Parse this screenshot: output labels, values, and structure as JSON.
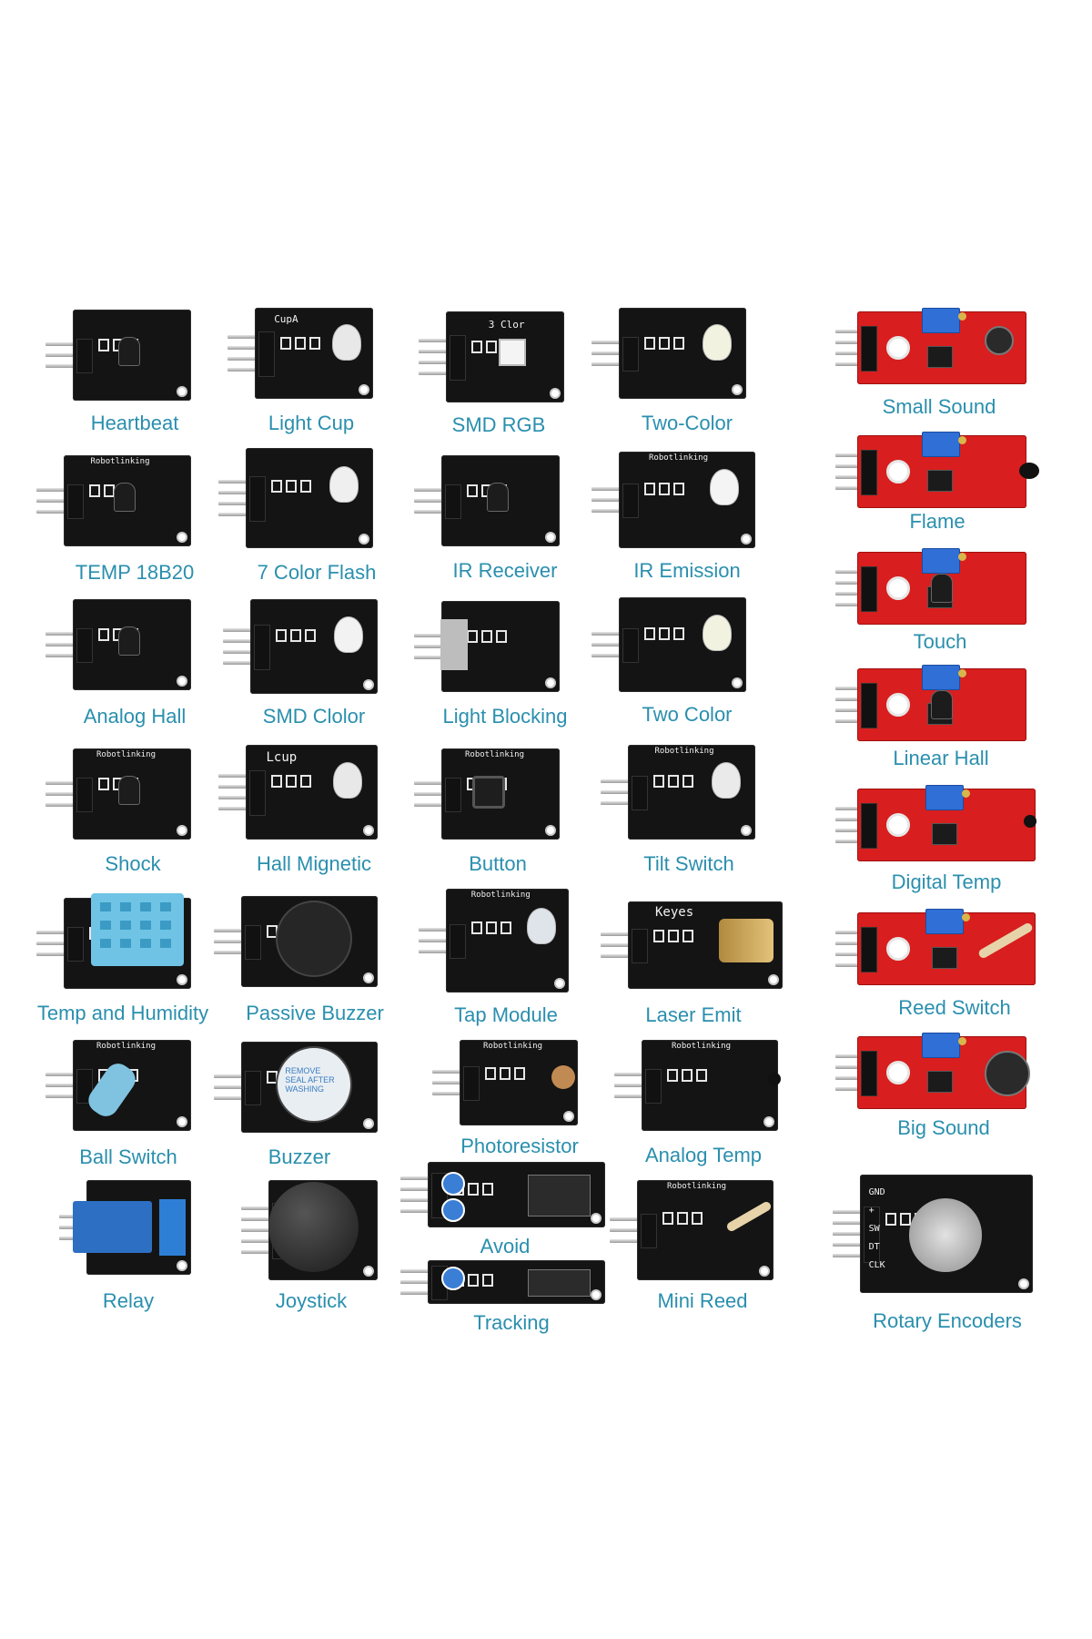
{
  "modules": [
    {
      "label": "Heartbeat",
      "kind": "heartbeat"
    },
    {
      "label": "Light Cup",
      "kind": "light-cup"
    },
    {
      "label": "SMD RGB",
      "kind": "smd-rgb"
    },
    {
      "label": "Two-Color",
      "kind": "two-color-led"
    },
    {
      "label": "Small Sound",
      "kind": "small-sound"
    },
    {
      "label": "TEMP 18B20",
      "kind": "temp-18b20"
    },
    {
      "label": "7 Color Flash",
      "kind": "color-flash"
    },
    {
      "label": "IR Receiver",
      "kind": "ir-receiver"
    },
    {
      "label": "IR Emission",
      "kind": "ir-emission"
    },
    {
      "label": "Flame",
      "kind": "flame"
    },
    {
      "label": "Analog Hall",
      "kind": "analog-hall"
    },
    {
      "label": "SMD Clolor",
      "kind": "smd-color"
    },
    {
      "label": "Light Blocking",
      "kind": "light-blocking"
    },
    {
      "label": "Two Color",
      "kind": "two-color-led-2"
    },
    {
      "label": "Touch",
      "kind": "touch"
    },
    {
      "label": "Shock",
      "kind": "shock"
    },
    {
      "label": "Hall Mignetic",
      "kind": "hall-magnetic"
    },
    {
      "label": "Button",
      "kind": "button"
    },
    {
      "label": "Tilt Switch",
      "kind": "tilt-switch"
    },
    {
      "label": "Linear Hall",
      "kind": "linear-hall"
    },
    {
      "label": "Temp and Humidity",
      "kind": "temp-humidity"
    },
    {
      "label": "Passive Buzzer",
      "kind": "passive-buzzer"
    },
    {
      "label": "Tap Module",
      "kind": "tap-module"
    },
    {
      "label": "Laser Emit",
      "kind": "laser-emit"
    },
    {
      "label": "Digital Temp",
      "kind": "digital-temp"
    },
    {
      "label": "Ball Switch",
      "kind": "ball-switch"
    },
    {
      "label": "Buzzer",
      "kind": "buzzer"
    },
    {
      "label": "Photoresistor",
      "kind": "photoresistor"
    },
    {
      "label": "Analog Temp",
      "kind": "analog-temp"
    },
    {
      "label": "Reed Switch",
      "kind": "reed-switch"
    },
    {
      "label": "Relay",
      "kind": "relay"
    },
    {
      "label": "Joystick",
      "kind": "joystick"
    },
    {
      "label": "Avoid",
      "kind": "avoid"
    },
    {
      "label": "Tracking",
      "kind": "tracking"
    },
    {
      "label": "Mini Reed",
      "kind": "mini-reed"
    },
    {
      "label": "Big Sound",
      "kind": "big-sound"
    },
    {
      "label": "Rotary Encoders",
      "kind": "rotary-encoder"
    }
  ],
  "silkscreen": {
    "robotlinking": "Robotlinking",
    "keyes": "Keyes",
    "lcup": "Lcup",
    "cupa": "CupA",
    "smd_rgb_text": "3 Clor",
    "buzzer_sticker": "REMOVE SEAL AFTER WASHING",
    "encoder_pins": [
      "GND",
      "+",
      "SW",
      "DT",
      "CLK"
    ]
  }
}
